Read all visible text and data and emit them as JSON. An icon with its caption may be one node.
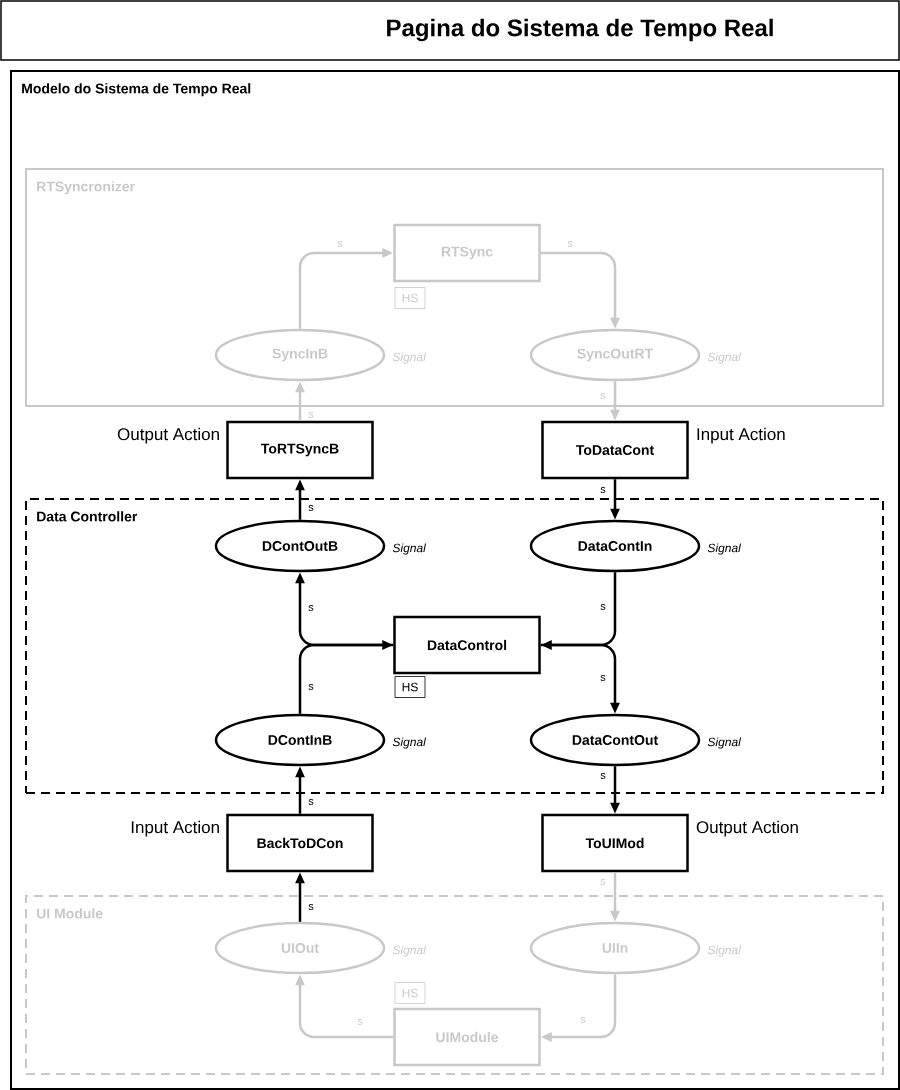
{
  "diagram": {
    "title": "Pagina do Sistema de Tempo Real",
    "nodes": [
      {
        "text": [
          "Modelo do Sistema de Tempo Real"
        ]
      },
      {
        "text": [
          "RTSyncronizer"
        ],
        "in": 0
      },
      {
        "text": [
          "RTSync"
        ],
        "in": 1
      },
      {
        "text": [
          "HS"
        ],
        "in": 1
      },
      {
        "text": [
          "SyncInB"
        ],
        "in": 1,
        "beside": [
          "Signal"
        ]
      },
      {
        "text": [
          "SyncOutRT"
        ],
        "in": 1,
        "beside": [
          "Signal"
        ]
      },
      {
        "text": [
          "ToRTSyncB"
        ],
        "in": 0,
        "beside": [
          "Output Action"
        ]
      },
      {
        "text": [
          "ToDataCont"
        ],
        "in": 0,
        "beside": [
          "Input Action"
        ]
      },
      {
        "text": [
          "Data Controller"
        ],
        "in": 0
      },
      {
        "text": [
          "DContOutB"
        ],
        "in": 8,
        "beside": [
          "Signal"
        ]
      },
      {
        "text": [
          "DataContIn"
        ],
        "in": 8,
        "beside": [
          "Signal"
        ]
      },
      {
        "text": [
          "DataControl"
        ],
        "in": 8
      },
      {
        "text": [
          "HS"
        ],
        "in": 8
      },
      {
        "text": [
          "DContInB"
        ],
        "in": 8,
        "beside": [
          "Signal"
        ]
      },
      {
        "text": [
          "DataContOut"
        ],
        "in": 8,
        "beside": [
          "Signal"
        ]
      },
      {
        "text": [
          "BackToDCon"
        ],
        "in": 0,
        "beside": [
          "Input Action"
        ]
      },
      {
        "text": [
          "ToUIMod"
        ],
        "in": 0,
        "beside": [
          "Output Action"
        ]
      },
      {
        "text": [
          "UI Module"
        ],
        "in": 0
      },
      {
        "text": [
          "UIOut"
        ],
        "in": 17,
        "beside": [
          "Signal"
        ]
      },
      {
        "text": [
          "UIIn"
        ],
        "in": 17,
        "beside": [
          "Signal"
        ]
      },
      {
        "text": [
          "HS"
        ],
        "in": 17
      },
      {
        "text": [
          "UIModule"
        ],
        "in": 17
      }
    ],
    "edges": [
      {
        "from": 4,
        "to": 2,
        "arrow": "to",
        "label": "s",
        "color": "#c8c8c8"
      },
      {
        "from": 2,
        "to": 5,
        "arrow": "to",
        "label": "s",
        "color": "#c8c8c8"
      },
      {
        "from": 6,
        "to": 4,
        "arrow": "to",
        "label": "s",
        "color": "#c8c8c8"
      },
      {
        "from": 5,
        "to": 7,
        "arrow": "to",
        "label": "s",
        "color": "#c8c8c8"
      },
      {
        "from": 7,
        "to": 10,
        "arrow": "to",
        "label": "s"
      },
      {
        "from": 9,
        "to": 6,
        "arrow": "to",
        "label": "s"
      },
      {
        "from": 11,
        "to": 9,
        "arrow": "to",
        "label": "s"
      },
      {
        "from": 13,
        "to": 11,
        "arrow": "to",
        "label": "s"
      },
      {
        "from": 10,
        "to": 11,
        "arrow": "to",
        "label": "s"
      },
      {
        "from": 11,
        "to": 14,
        "arrow": "to",
        "label": "s"
      },
      {
        "from": 14,
        "to": 16,
        "arrow": "to",
        "label": "s"
      },
      {
        "from": 15,
        "to": 13,
        "arrow": "to",
        "label": "s"
      },
      {
        "from": 18,
        "to": 15,
        "arrow": "to",
        "label": "s"
      },
      {
        "from": 16,
        "to": 19,
        "arrow": "to",
        "label": "s",
        "color": "#c8c8c8"
      },
      {
        "from": 19,
        "to": 21,
        "arrow": "to",
        "label": "s",
        "color": "#c8c8c8"
      },
      {
        "from": 21,
        "to": 18,
        "arrow": "to",
        "label": "s",
        "color": "#c8c8c8"
      }
    ]
  }
}
